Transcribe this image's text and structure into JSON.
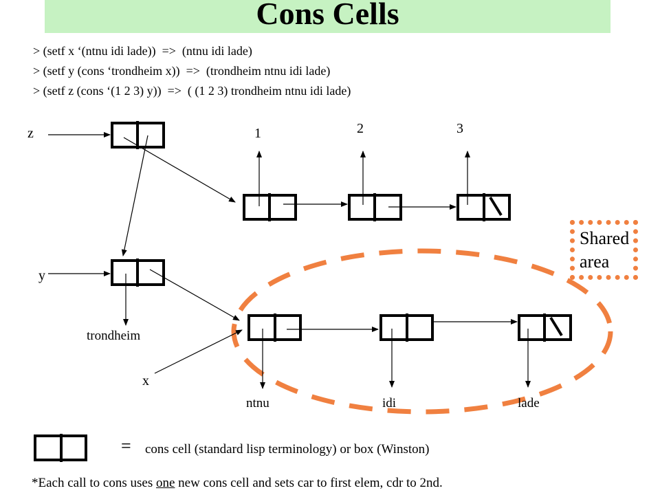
{
  "title": "Cons Cells",
  "code_lines": [
    "> (setf x ‘(ntnu idi lade))  =>  (ntnu idi lade)",
    "> (setf y (cons ‘trondheim x))  =>  (trondheim ntnu idi lade)",
    "> (setf z (cons ‘(1 2 3) y))  =>  ( (1 2 3) trondheim ntnu idi lade)"
  ],
  "labels": {
    "z": "z",
    "y": "y",
    "x": "x",
    "n1": "1",
    "n2": "2",
    "n3": "3",
    "trondheim": "trondheim",
    "ntnu": "ntnu",
    "idi": "idi",
    "lade": "lade"
  },
  "shared_area": {
    "line1": "Shared",
    "line2": "area"
  },
  "legend": {
    "equals": "=",
    "text": "cons cell (standard lisp terminology) or box (Winston)"
  },
  "footnote": {
    "before": "*Each call to cons uses ",
    "underlined": "one",
    "after": " new cons cell and sets car to first elem, cdr to 2nd."
  },
  "colors": {
    "title_background": "#c6f2c2",
    "shared_highlight": "#f08040"
  }
}
